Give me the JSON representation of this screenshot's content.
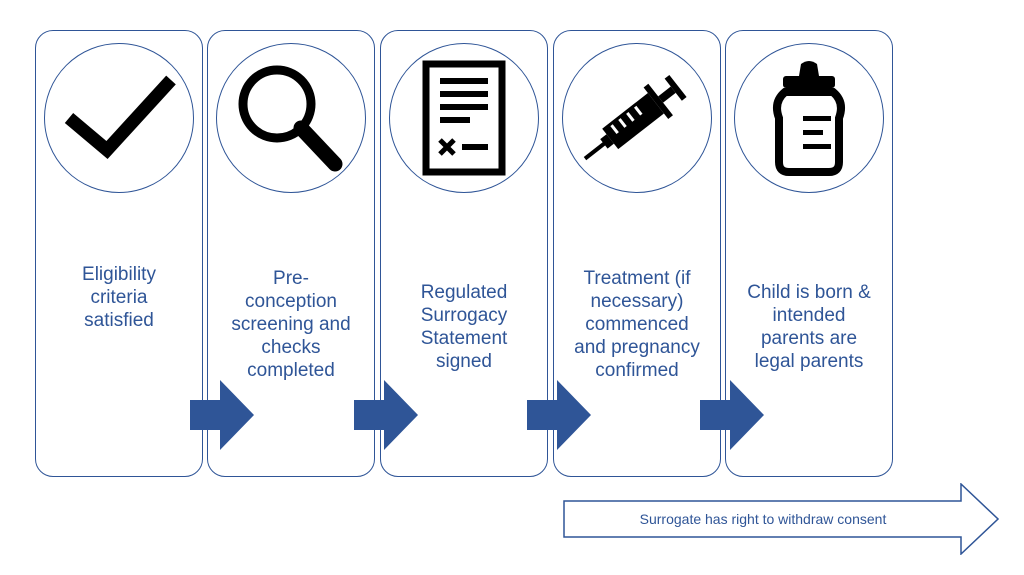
{
  "steps": [
    {
      "icon": "checkmark-icon",
      "label": "Eligibility\ncriteria\nsatisfied"
    },
    {
      "icon": "magnifying-glass-icon",
      "label": "Pre-\nconception\nscreening and\nchecks\ncompleted"
    },
    {
      "icon": "signed-document-icon",
      "label": "Regulated\nSurrogacy\nStatement\nsigned"
    },
    {
      "icon": "syringe-icon",
      "label": "Treatment (if\nnecessary)\ncommenced\nand pregnancy\nconfirmed"
    },
    {
      "icon": "baby-bottle-icon",
      "label": "Child is born &\nintended\nparents are\nlegal parents"
    }
  ],
  "consent_arrow": {
    "label": "Surrogate has right to withdraw consent"
  },
  "colors": {
    "accent": "#2f5597",
    "border": "#2f5597",
    "icon": "#000000",
    "background": "#ffffff"
  }
}
